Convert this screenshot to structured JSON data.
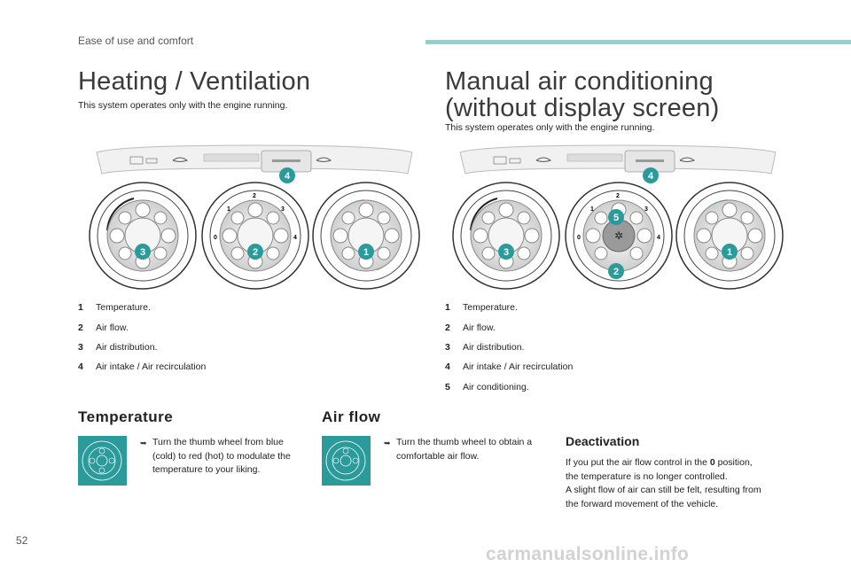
{
  "header": {
    "section": "Ease of use and comfort"
  },
  "left": {
    "title": "Heating / Ventilation",
    "intro": "This system operates only with the engine running.",
    "legend": [
      {
        "num": "1",
        "text": "Temperature."
      },
      {
        "num": "2",
        "text": "Air flow."
      },
      {
        "num": "3",
        "text": "Air distribution."
      },
      {
        "num": "4",
        "text": "Air intake / Air recirculation"
      }
    ]
  },
  "right": {
    "title_line1": "Manual air conditioning",
    "title_line2": "(without display screen)",
    "intro": "This system operates only with the engine running.",
    "legend": [
      {
        "num": "1",
        "text": "Temperature."
      },
      {
        "num": "2",
        "text": "Air flow."
      },
      {
        "num": "3",
        "text": "Air distribution."
      },
      {
        "num": "4",
        "text": "Air intake / Air recirculation"
      },
      {
        "num": "5",
        "text": "Air conditioning."
      }
    ]
  },
  "diagram_labels": {
    "c1": "1",
    "c2": "2",
    "c3": "3",
    "c4": "4",
    "c5": "5",
    "d0": "0",
    "d1": "1",
    "d2": "2",
    "d3": "3",
    "d4": "4"
  },
  "temperature": {
    "heading": "Temperature",
    "bullet": "Turn the thumb wheel from blue (cold) to red (hot) to modulate the temperature to your liking."
  },
  "airflow": {
    "heading": "Air flow",
    "bullet": "Turn the thumb wheel to obtain a comfortable air flow."
  },
  "deactivation": {
    "heading": "Deactivation",
    "p1_before": "If you put the air flow control in the ",
    "p1_bold": "0",
    "p1_after": " position,",
    "p2": "the temperature is no longer controlled.",
    "p3": "A slight flow of air can still be felt, resulting from",
    "p4": "the forward movement of the vehicle."
  },
  "page_number": "52",
  "watermark": "carmanualsonline.info",
  "colors": {
    "teal": "#2b9a9b",
    "accent_bar": "#8fd1d2",
    "hot": "#e0362c",
    "cold": "#6ccfd0"
  }
}
